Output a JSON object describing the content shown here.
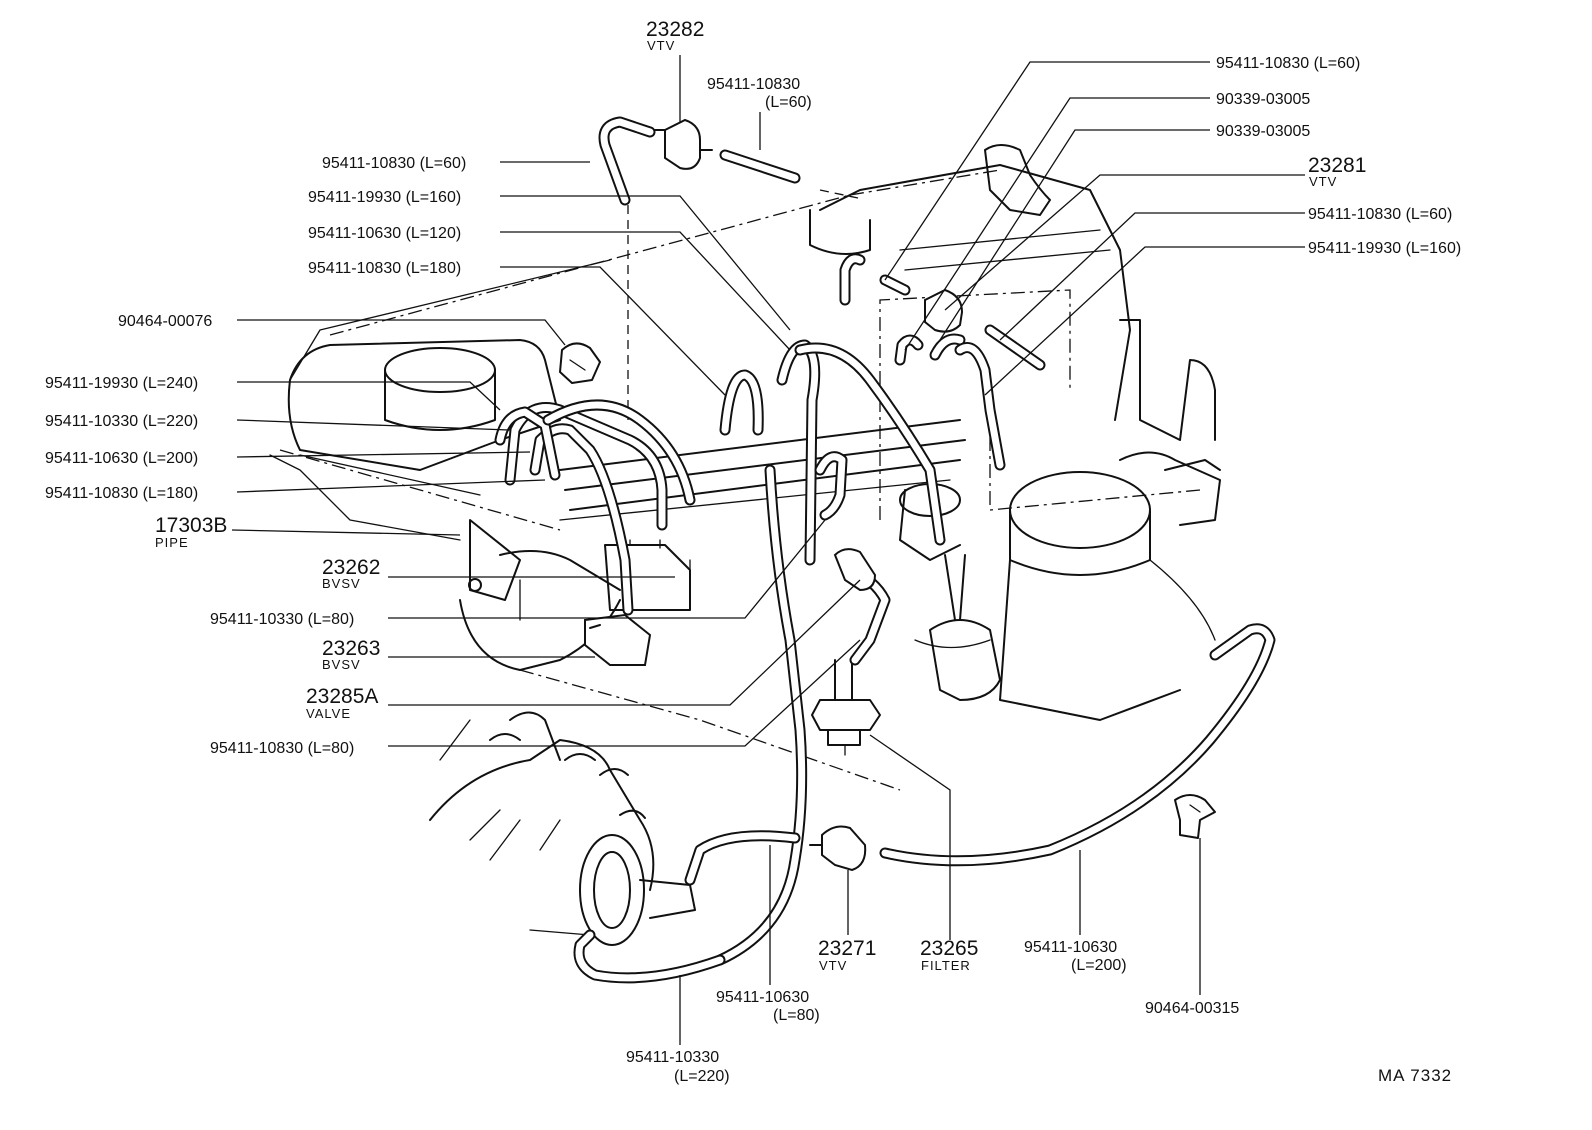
{
  "labels": {
    "p23282": "23282",
    "p23282_sub": "VTV",
    "hose_top_center": "95411-10830",
    "hose_top_center_len": "(L=60)",
    "l_10830_60": "95411-10830 (L=60)",
    "l_19930_160": "95411-19930 (L=160)",
    "l_10630_120": "95411-10630 (L=120)",
    "l_10830_180a": "95411-10830 (L=180)",
    "l_90464_00076": "90464-00076",
    "l_19930_240": "95411-19930 (L=240)",
    "l_10330_220a": "95411-10330 (L=220)",
    "l_10630_200a": "95411-10630 (L=200)",
    "l_10830_180b": "95411-10830 (L=180)",
    "p17303B": "17303B",
    "p17303B_sub": "PIPE",
    "p23262": "23262",
    "p23262_sub": "BVSV",
    "l_10330_80": "95411-10330 (L=80)",
    "p23263": "23263",
    "p23263_sub": "BVSV",
    "p23285A": "23285A",
    "p23285A_sub": "VALVE",
    "l_10830_80": "95411-10830 (L=80)",
    "r_10830_60a": "95411-10830 (L=60)",
    "r_90339a": "90339-03005",
    "r_90339b": "90339-03005",
    "p23281": "23281",
    "p23281_sub": "VTV",
    "r_10830_60b": "95411-10830 (L=60)",
    "r_19930_160": "95411-19930 (L=160)",
    "p23271": "23271",
    "p23271_sub": "VTV",
    "p23265": "23265",
    "p23265_sub": "FILTER",
    "b_10630_200": "95411-10630",
    "b_10630_200_len": "(L=200)",
    "b_90464_00315": "90464-00315",
    "b_10630_80": "95411-10630",
    "b_10630_80_len": "(L=80)",
    "b_10330_220": "95411-10330",
    "b_10330_220_len": "(L=220)",
    "diagram_code": "MA  7332"
  }
}
